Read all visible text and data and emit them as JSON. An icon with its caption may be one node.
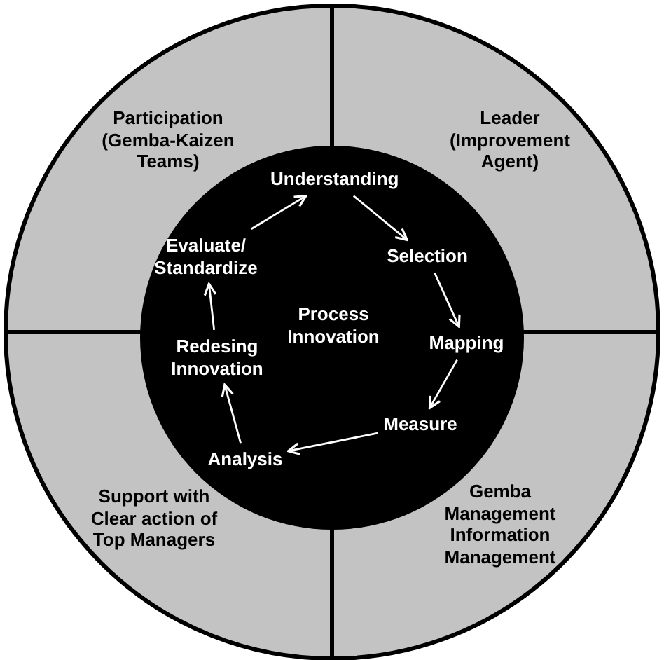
{
  "diagram": {
    "nodes": [
      {
        "text": [
          "Participation (Gemba-Kaizen Teams)"
        ]
      },
      {
        "text": [
          "Leader (Improvement Agent)"
        ]
      },
      {
        "text": [
          "Support with Clear action of Top Managers"
        ]
      },
      {
        "text": [
          "Gemba Management Information Management"
        ]
      },
      {
        "text": [
          "Process Innovation"
        ]
      },
      {
        "text": [
          "Understanding"
        ],
        "in": 4
      },
      {
        "text": [
          "Selection"
        ],
        "in": 4
      },
      {
        "text": [
          "Mapping"
        ],
        "in": 4
      },
      {
        "text": [
          "Measure"
        ],
        "in": 4
      },
      {
        "text": [
          "Analysis"
        ],
        "in": 4
      },
      {
        "text": [
          "Redesing Innovation"
        ],
        "in": 4
      },
      {
        "text": [
          "Evaluate/ Standardize"
        ],
        "in": 4
      }
    ],
    "edges": [
      {
        "from": 5,
        "to": 6,
        "arrow": "to"
      },
      {
        "from": 6,
        "to": 7,
        "arrow": "to"
      },
      {
        "from": 7,
        "to": 8,
        "arrow": "to"
      },
      {
        "from": 8,
        "to": 9,
        "arrow": "to"
      },
      {
        "from": 9,
        "to": 10,
        "arrow": "to"
      },
      {
        "from": 10,
        "to": 11,
        "arrow": "to"
      },
      {
        "from": 11,
        "to": 5,
        "arrow": "to"
      }
    ]
  }
}
